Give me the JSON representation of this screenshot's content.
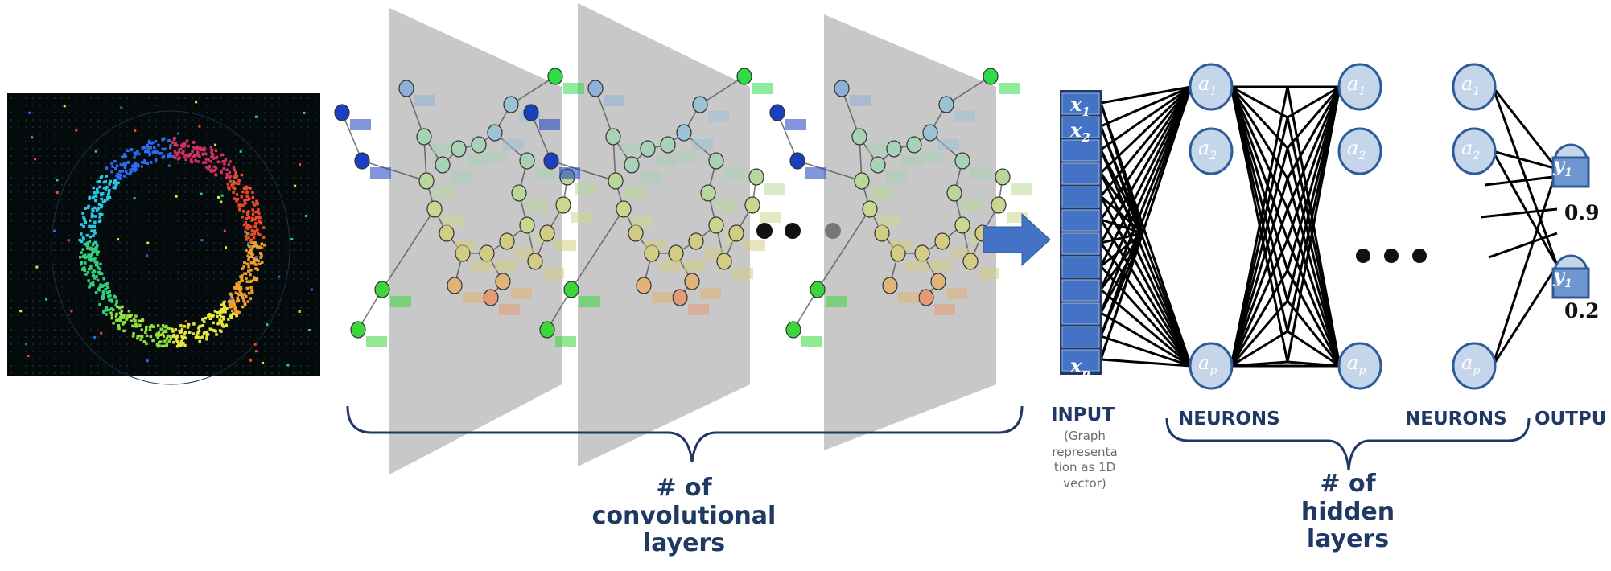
{
  "labels": {
    "conv_layers": [
      "# of",
      "convolutional",
      "layers"
    ],
    "input": "INPUT",
    "input_sub": [
      "(Graph",
      "representa",
      "tion as 1D",
      "vector)"
    ],
    "neurons_1": "NEURONS",
    "neurons_2": "NEURONS",
    "output": "OUTPU",
    "hidden_layers": [
      "# of",
      "hidden",
      "layers"
    ]
  },
  "input_vector": {
    "first": "x",
    "first_sub": "1",
    "second": "x",
    "second_sub": "2",
    "last": "x",
    "last_sub": "n"
  },
  "neuron_labels": {
    "a": "a",
    "sub1": "1",
    "sub2": "2",
    "subp": "p"
  },
  "outputs": [
    {
      "symbol": "y",
      "sub": "1",
      "value": "0.9"
    },
    {
      "symbol": "y",
      "sub": "1",
      "value": "0.2"
    }
  ],
  "colors": {
    "navy": "#1f3864",
    "neuron_fill": "#c5d6ea",
    "neuron_stroke": "#2e5b99",
    "input_fill": "#4472c4",
    "arrow": "#4472c4",
    "panel": "#c8c8c8"
  }
}
